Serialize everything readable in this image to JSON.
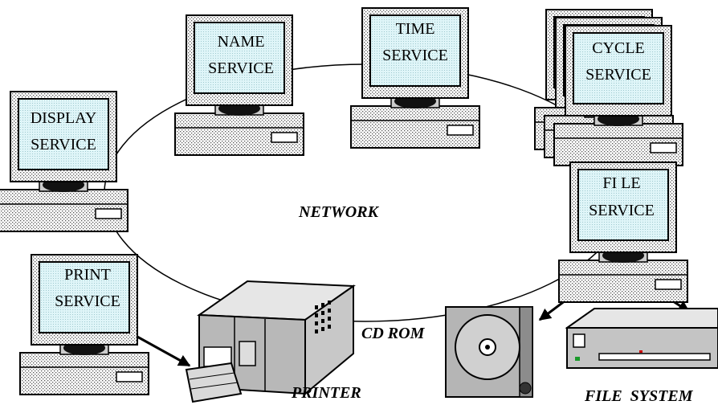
{
  "diagram": {
    "network_label": "NETWORK",
    "computers": [
      {
        "id": "display",
        "line1": "DISPLAY",
        "line2": "SERVICE"
      },
      {
        "id": "name",
        "line1": "NAME",
        "line2": "SERVICE"
      },
      {
        "id": "time",
        "line1": "TIME",
        "line2": "SERVICE"
      },
      {
        "id": "cycle",
        "line1": "CYCLE",
        "line2": "SERVICE"
      },
      {
        "id": "file",
        "line1": "FI LE",
        "line2": "SERVICE"
      },
      {
        "id": "print",
        "line1": "PRINT",
        "line2": "SERVICE"
      }
    ],
    "devices": {
      "printer": "PRINTER",
      "cdrom": "CD ROM",
      "filesystem": "FILE  SYSTEM"
    }
  }
}
